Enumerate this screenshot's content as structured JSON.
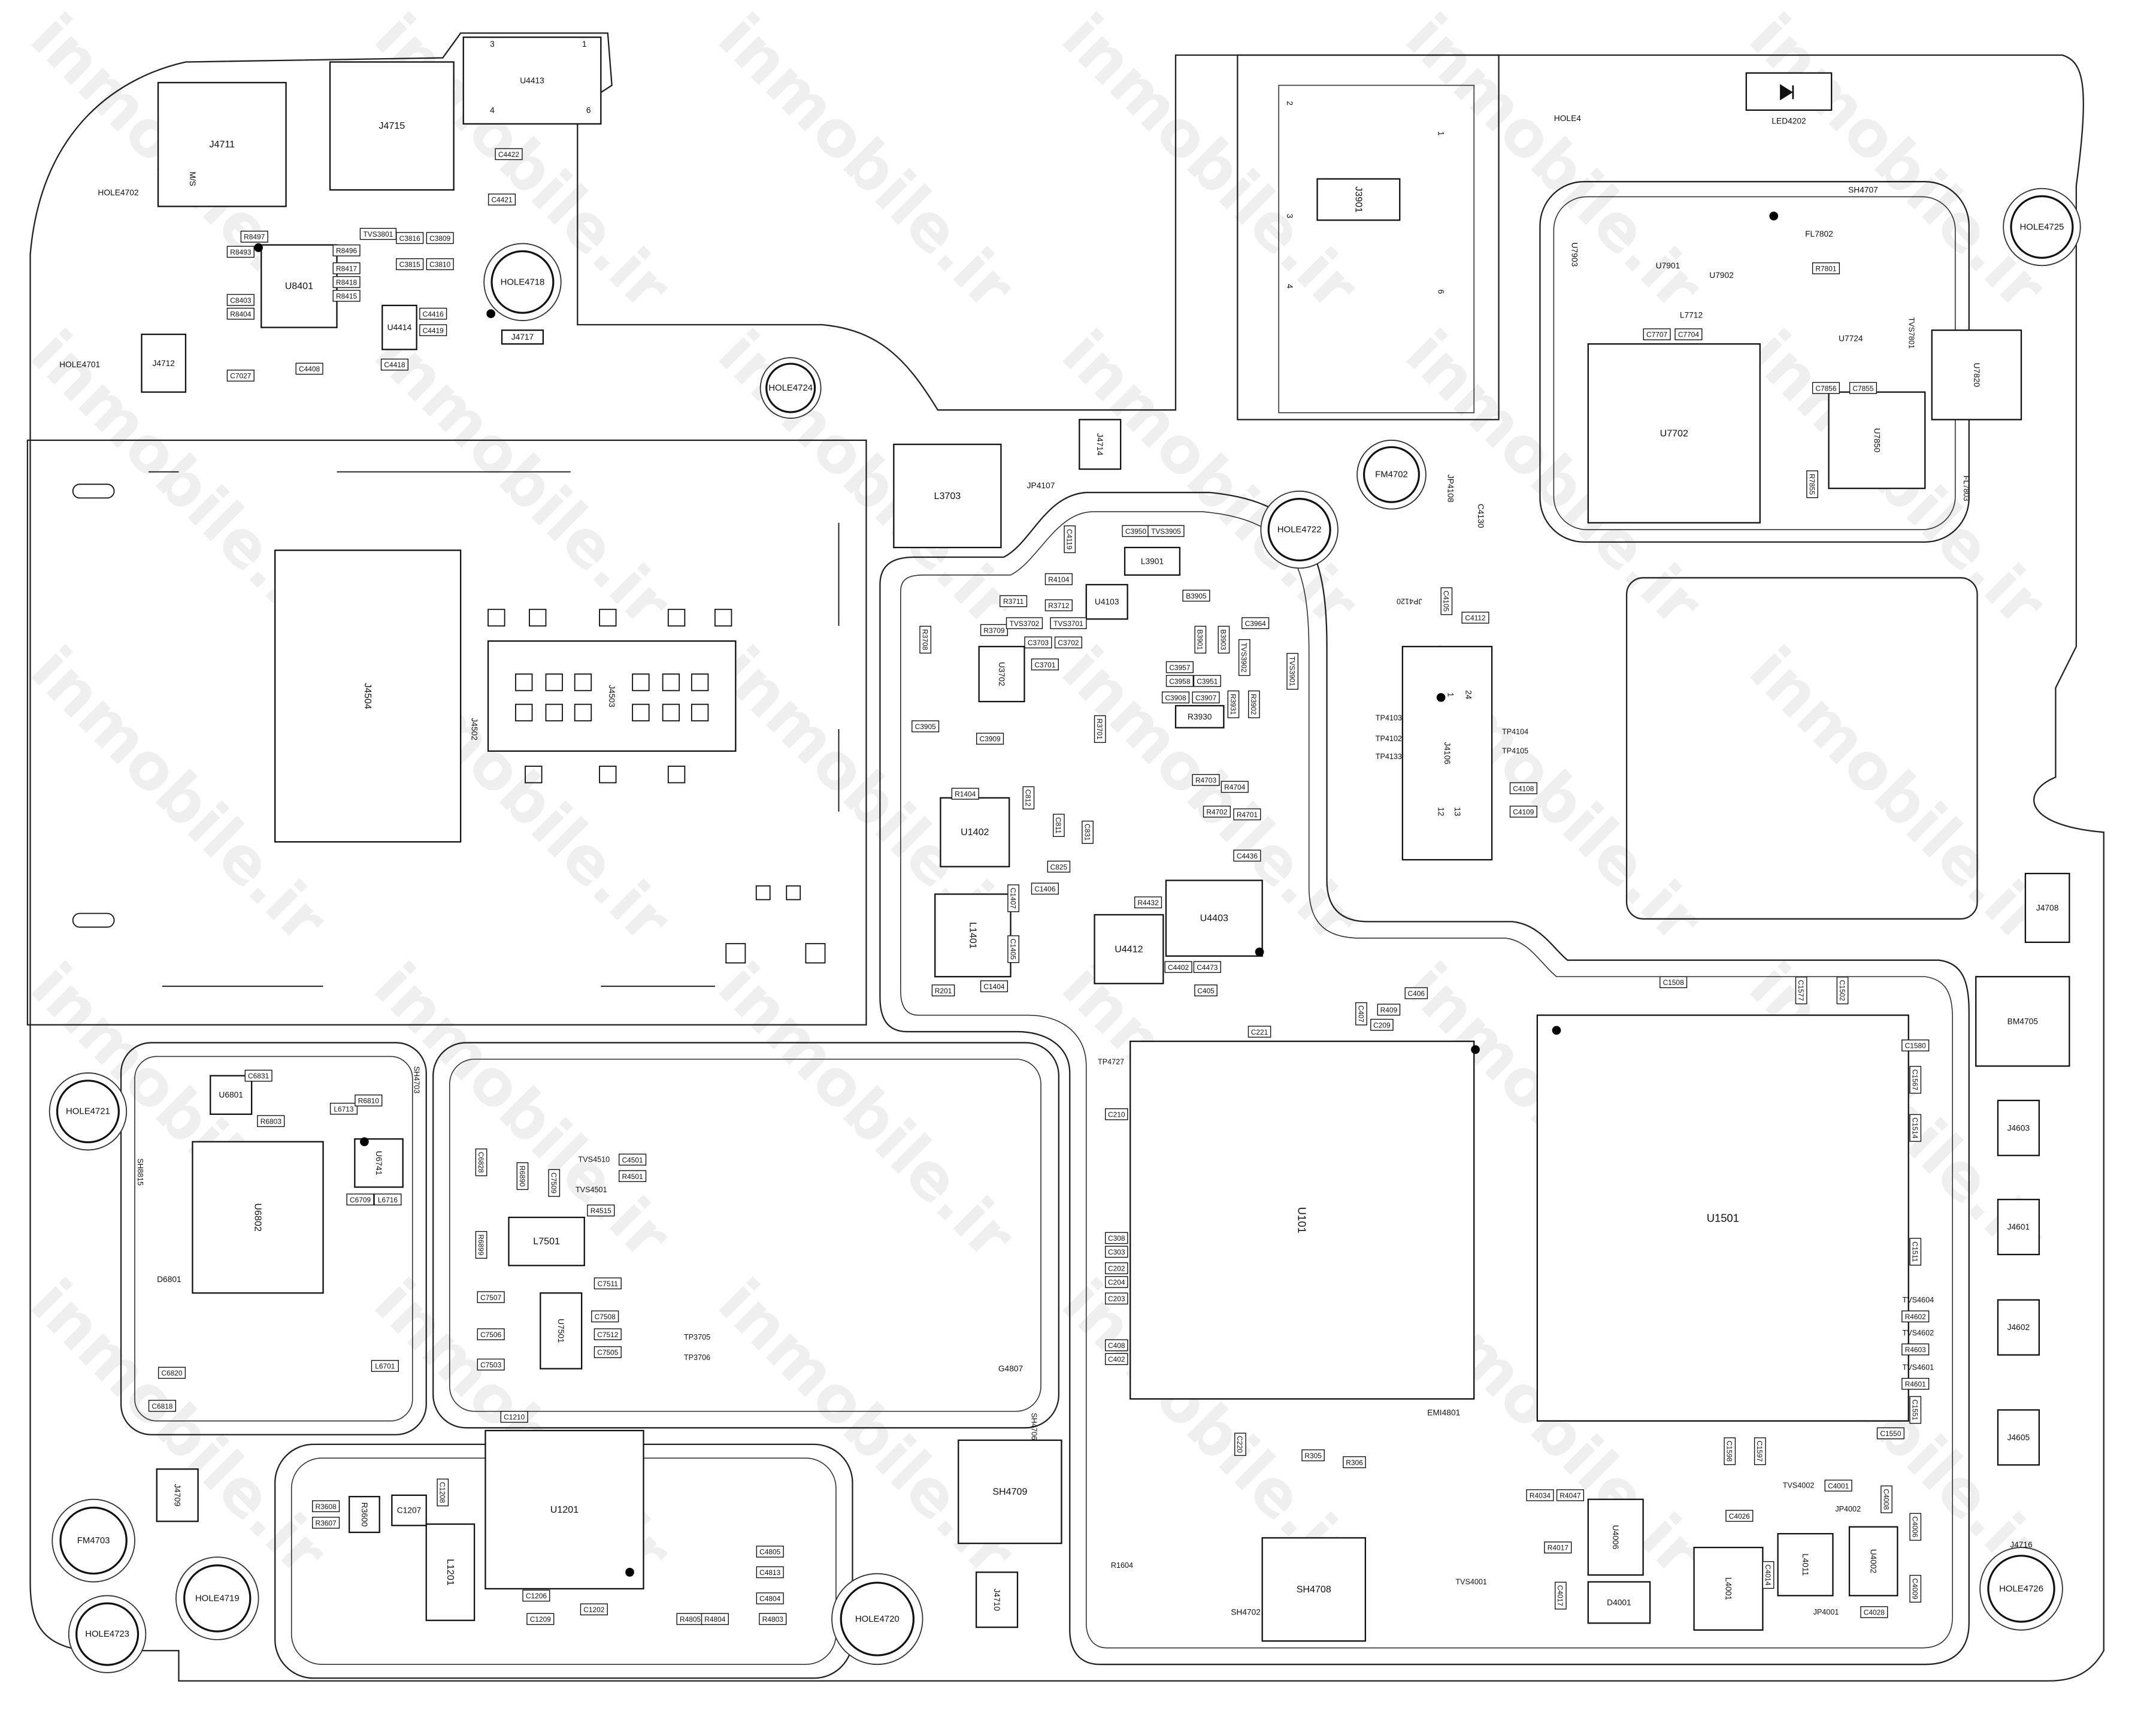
{
  "watermark": "inmobile.ir",
  "components": [
    "J4711",
    "J4715",
    "U4413",
    "U8401",
    "U4414",
    "J4712",
    "J4717",
    "L3703",
    "J4714",
    "J3901",
    "LED4202",
    "U7702",
    "U7850",
    "U7820",
    "J4504",
    "J4503",
    "J4106",
    "U3702",
    "U1402",
    "L1401",
    "U4412",
    "U4403",
    "U101",
    "U1501",
    "U6802",
    "U6741",
    "L7501",
    "U7501",
    "U1201",
    "L1201",
    "SH4709",
    "SH4708",
    "J4708",
    "BM4705",
    "J4603",
    "J4601",
    "J4602",
    "J4605",
    "J4709",
    "J4710",
    "U4006",
    "D4001",
    "L4001",
    "L4011",
    "U4002",
    "L3901",
    "U4103",
    "R3930",
    "U6801",
    "R3600",
    "C1207"
  ],
  "holes": [
    "HOLE4718",
    "HOLE4724",
    "HOLE4722",
    "FM4702",
    "HOLE4725",
    "HOLE4720",
    "HOLE4719",
    "HOLE4721",
    "HOLE4723",
    "FM4703",
    "HOLE4726"
  ],
  "text_labels": [
    "HOLE4701",
    "HOLE4702",
    "JP4107",
    "HOLE4",
    "SH4707",
    "J4502",
    "SH4703",
    "SH8815",
    "SH4702",
    "SH4706",
    "J4716",
    "JP4108",
    "C4130",
    "G4807",
    "M/S",
    "3",
    "1",
    "4",
    "6",
    "2",
    "3",
    "4",
    "1",
    "6",
    "24",
    "1",
    "13",
    "12",
    "EMI4801",
    "TVS4001",
    "JP4001",
    "JP4002",
    "TVS4002",
    "JP4120",
    "FL7802",
    "FL7803",
    "TVS7801",
    "U7901",
    "U7902",
    "U7903",
    "L7712",
    "U7724",
    "D6801",
    "TP3705",
    "TP3706",
    "TP4727",
    "R1604",
    "TP4103",
    "TP4102",
    "TP4133",
    "TP4104",
    "TP4105",
    "TVS4510",
    "TVS4501",
    "TVS4604",
    "TVS4602",
    "TVS4601"
  ],
  "parts": [
    "R8497",
    "R8493",
    "C8403",
    "R8404",
    "C7027",
    "C4408",
    "TVS3801",
    "C3816",
    "C3809",
    "R8496",
    "R8417",
    "R8418",
    "R8415",
    "C3815",
    "C3810",
    "C4416",
    "C4418",
    "C4419",
    "C4421",
    "C4422",
    "C3950",
    "TVS3905",
    "R4104",
    "C4119",
    "R3711",
    "R3712",
    "B3905",
    "C3964",
    "R3708",
    "R3709",
    "TVS3702",
    "TVS3701",
    "C3703",
    "C3702",
    "C3701",
    "B3901",
    "B3903",
    "TVS3902",
    "TVS3901",
    "C3957",
    "C3958",
    "C3908",
    "C3951",
    "C3907",
    "R3931",
    "R3902",
    "C3905",
    "C3909",
    "R4703",
    "R4704",
    "R4702",
    "R4701",
    "C4436",
    "R1404",
    "C812",
    "C811",
    "C831",
    "C825",
    "C1406",
    "C1407",
    "C1405",
    "C1404",
    "R201",
    "R4432",
    "C4402",
    "C405",
    "C221",
    "C4473",
    "C209",
    "R409",
    "C406",
    "C407",
    "C210",
    "C308",
    "C303",
    "C202",
    "C204",
    "C203",
    "C408",
    "C402",
    "C1508",
    "C1577",
    "C1502",
    "C1580",
    "C1567",
    "C1514",
    "C1511",
    "C1551",
    "C1550",
    "R4602",
    "R4603",
    "R4601",
    "C1598",
    "C1597",
    "C4001",
    "C4008",
    "C4026",
    "C4014",
    "C4028",
    "C4009",
    "C4006",
    "R4017",
    "C4017",
    "R4034",
    "R4047",
    "R305",
    "R306",
    "C220",
    "C1210",
    "C1208",
    "R3608",
    "R3607",
    "C1206",
    "C1209",
    "C1202",
    "R4805",
    "R4804",
    "C4805",
    "C4813",
    "C4804",
    "R4803",
    "C7507",
    "C7506",
    "C7503",
    "C7508",
    "C7511",
    "R6899",
    "R6890",
    "C6828",
    "C7509",
    "C4501",
    "R4501",
    "R4515",
    "C7505",
    "C7512",
    "C6831",
    "R6803",
    "L6713",
    "C6709",
    "L6716",
    "L6701",
    "R6810",
    "C6820",
    "C6818",
    "C4112",
    "C4105",
    "C4109",
    "C4108",
    "R7801",
    "C7707",
    "C7704",
    "C7856",
    "C7855",
    "R7855",
    "R3701"
  ]
}
